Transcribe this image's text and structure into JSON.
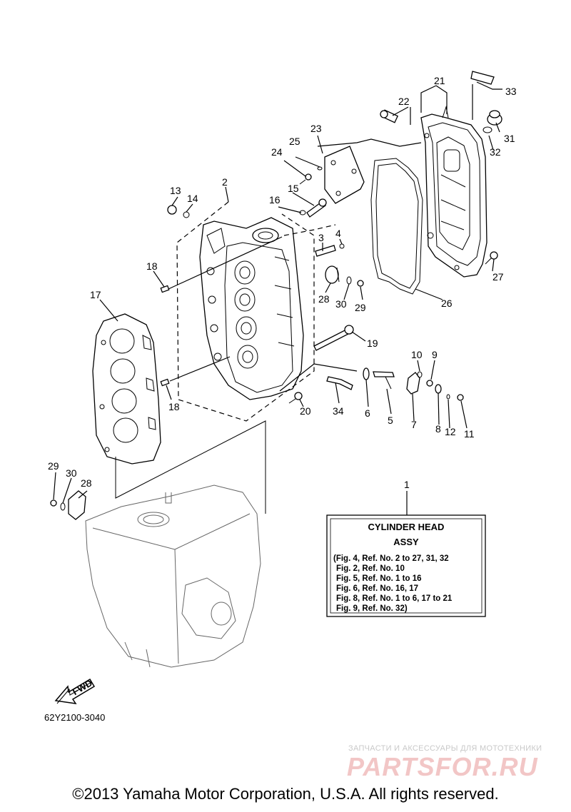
{
  "callouts": {
    "c1": "1",
    "c2": "2",
    "c3": "3",
    "c4": "4",
    "c5": "5",
    "c6": "6",
    "c7": "7",
    "c8": "8",
    "c9": "9",
    "c10": "10",
    "c11": "11",
    "c12": "12",
    "c13": "13",
    "c14": "14",
    "c15": "15",
    "c16": "16",
    "c17": "17",
    "c18a": "18",
    "c18b": "18",
    "c19": "19",
    "c20": "20",
    "c21": "21",
    "c22": "22",
    "c23": "23",
    "c24": "24",
    "c25": "25",
    "c26": "26",
    "c27": "27",
    "c28a": "28",
    "c28b": "28",
    "c29a": "29",
    "c29b": "29",
    "c30a": "30",
    "c30b": "30",
    "c31": "31",
    "c32": "32",
    "c33": "33",
    "c34": "34"
  },
  "info_box": {
    "title": "CYLINDER HEAD",
    "subtitle": "ASSY",
    "lines": [
      "(Fig. 4, Ref. No. 2 to 27, 31, 32",
      "Fig. 2, Ref. No. 10",
      "Fig. 5, Ref. No. 1 to 16",
      "Fig. 6, Ref. No. 16, 17",
      "Fig. 8, Ref. No. 1 to 6, 17 to 21",
      "Fig. 9, Ref. No. 32)"
    ]
  },
  "fwd_label": "FWD",
  "diagram_code": "62Y2100-3040",
  "watermark": {
    "tagline": "ЗАПЧАСТИ И АКСЕССУАРЫ ДЛЯ МОТОТЕХНИКИ",
    "brand": "PARTSFOR.RU"
  },
  "copyright": "©2013 Yamaha Motor Corporation, U.S.A. All rights reserved."
}
